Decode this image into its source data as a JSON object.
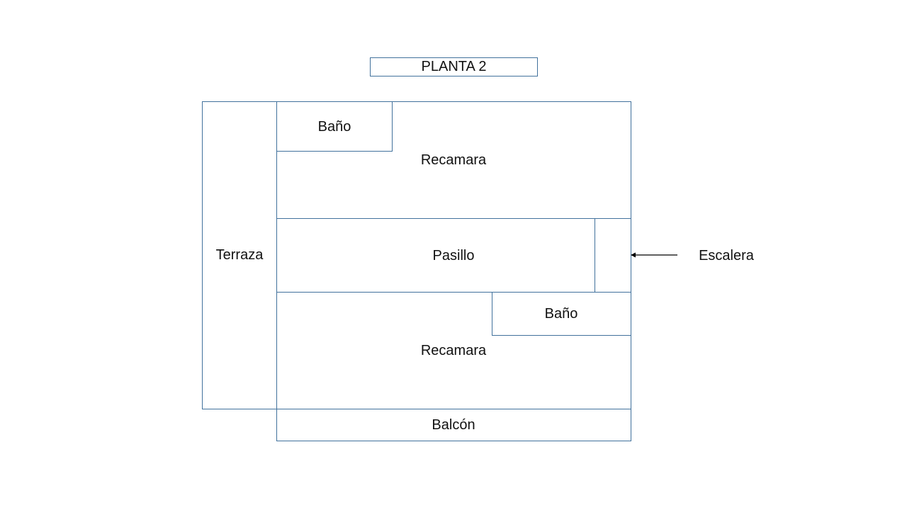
{
  "title": "PLANTA 2",
  "rooms": {
    "terraza": "Terraza",
    "bano_top": "Baño",
    "recamara_top": "Recamara",
    "pasillo": "Pasillo",
    "bano_bottom": "Baño",
    "recamara_bottom": "Recamara",
    "balcon": "Balcón"
  },
  "callout": {
    "label": "Escalera"
  },
  "colors": {
    "outline": "#41719c",
    "text": "#111111",
    "arrow": "#000000"
  }
}
